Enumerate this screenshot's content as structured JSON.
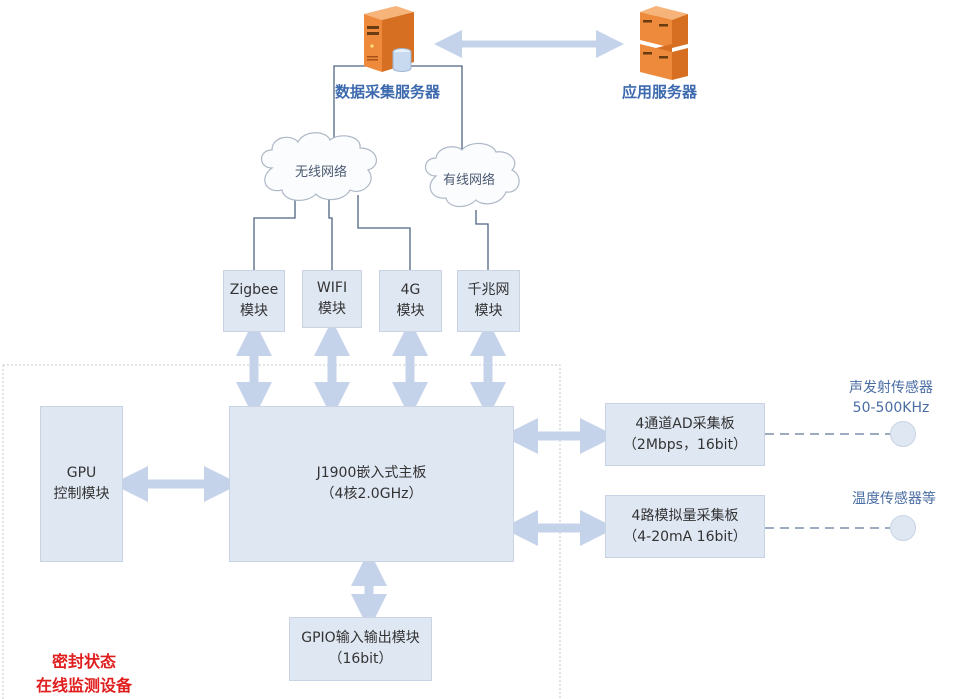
{
  "servers": {
    "data_collection": {
      "label": "数据采集服务器",
      "icon": "server-with-database-icon"
    },
    "application": {
      "label": "应用服务器",
      "icon": "server-rack-icon"
    }
  },
  "networks": {
    "wireless": "无线网络",
    "wired": "有线网络"
  },
  "modules": [
    {
      "line1": "Zigbee",
      "line2": "模块"
    },
    {
      "line1": "WIFI",
      "line2": "模块"
    },
    {
      "line1": "4G",
      "line2": "模块"
    },
    {
      "line1": "千兆网",
      "line2": "模块"
    }
  ],
  "mainboard": {
    "line1": "J1900嵌入式主板",
    "line2": "（4核2.0GHz）"
  },
  "gpu": {
    "line1": "GPU",
    "line2": "控制模块"
  },
  "gpio": {
    "line1": "GPIO输入输出模块",
    "line2": "（16bit）"
  },
  "ad_board": {
    "line1": "4通道AD采集板",
    "line2": "（2Mbps，16bit）"
  },
  "analog_board": {
    "line1": "4路模拟量采集板",
    "line2": "（4-20mA  16bit）"
  },
  "sensors": {
    "acoustic": {
      "line1": "声发射传感器",
      "line2": "50-500KHz"
    },
    "temperature": {
      "line1": "温度传感器等"
    }
  },
  "device_title": {
    "line1": "密封状态",
    "line2": "在线监测设备"
  },
  "colors": {
    "box_fill": "#dfe7f3",
    "arrow": "#c5d3ea",
    "wire": "#4f6482",
    "server_orange": "#ee8a3c",
    "label_blue": "#3d6aae",
    "title_red": "#e01e1e"
  }
}
